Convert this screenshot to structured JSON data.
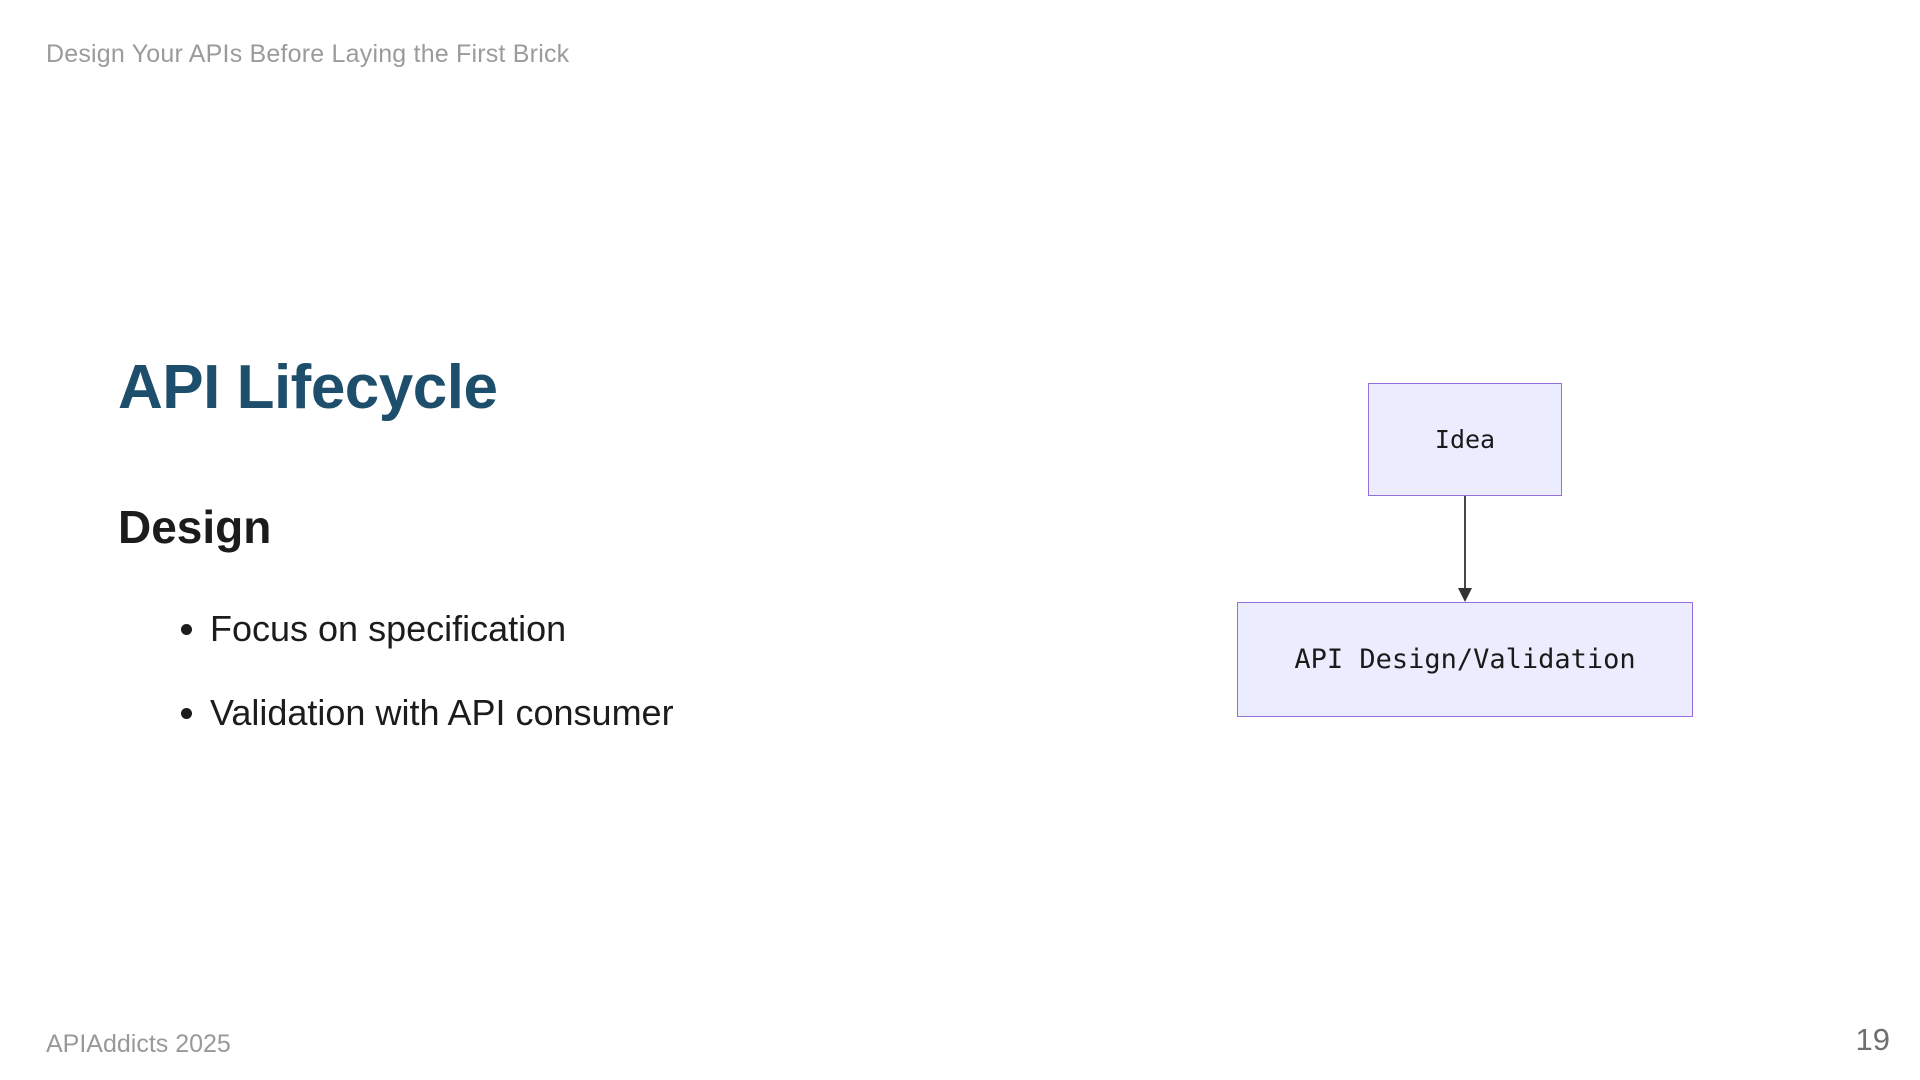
{
  "slide": {
    "header": "Design Your APIs Before Laying the First Brick",
    "title": "API Lifecycle",
    "subtitle": "Design",
    "bullets": [
      "Focus on specification",
      "Validation with API consumer"
    ],
    "footer": "APIAddicts 2025",
    "page_number": "19"
  },
  "diagram": {
    "nodes": [
      {
        "id": "idea",
        "label": "Idea"
      },
      {
        "id": "design",
        "label": "API Design/Validation"
      }
    ],
    "edge": {
      "from": "idea",
      "to": "design"
    },
    "colors": {
      "node_fill": "#ECECFF",
      "node_border": "#9370DB",
      "arrow": "#333333",
      "title": "#1d4e6b"
    }
  }
}
